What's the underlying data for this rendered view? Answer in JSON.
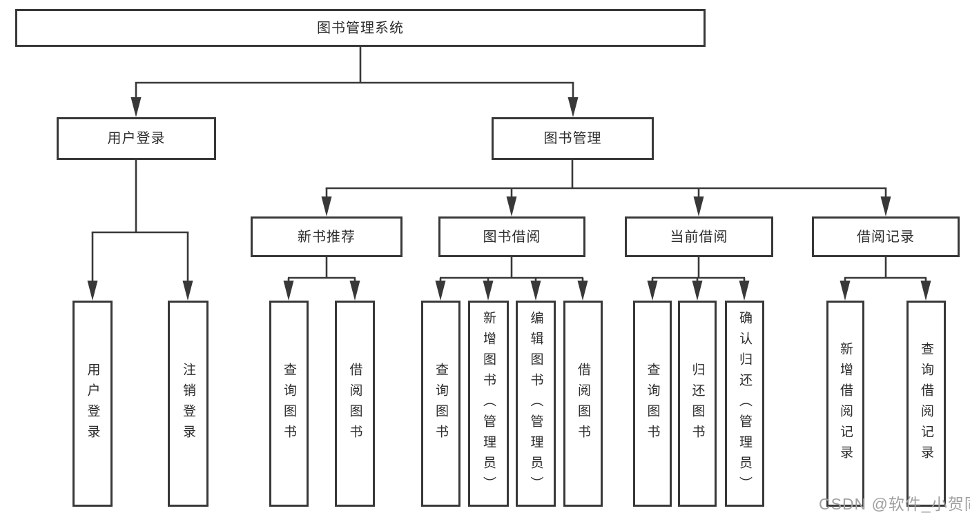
{
  "diagram": {
    "root": {
      "label": "图书管理系统"
    },
    "level2": [
      "用户登录",
      "图书管理"
    ],
    "level3": [
      "新书推荐",
      "图书借阅",
      "当前借阅",
      "借阅记录"
    ],
    "leaves": {
      "user_login": [
        "用户登录",
        "注销登录"
      ],
      "new_book": [
        "查询图书",
        "借阅图书"
      ],
      "book_borrow": [
        "查询图书",
        "新增图书（管理员）",
        "编辑图书（管理员）",
        "借阅图书"
      ],
      "current_borrow": [
        "查询图书",
        "归还图书",
        "确认归还（管理员）"
      ],
      "borrow_records": [
        "新增借阅记录",
        "查询借阅记录"
      ]
    },
    "watermark": "CSDN @软件_小贺同学",
    "colors": {
      "line": "#383838",
      "text": "#2d2d2d",
      "watermark": "#a0a0a0",
      "background": "#ffffff"
    }
  }
}
